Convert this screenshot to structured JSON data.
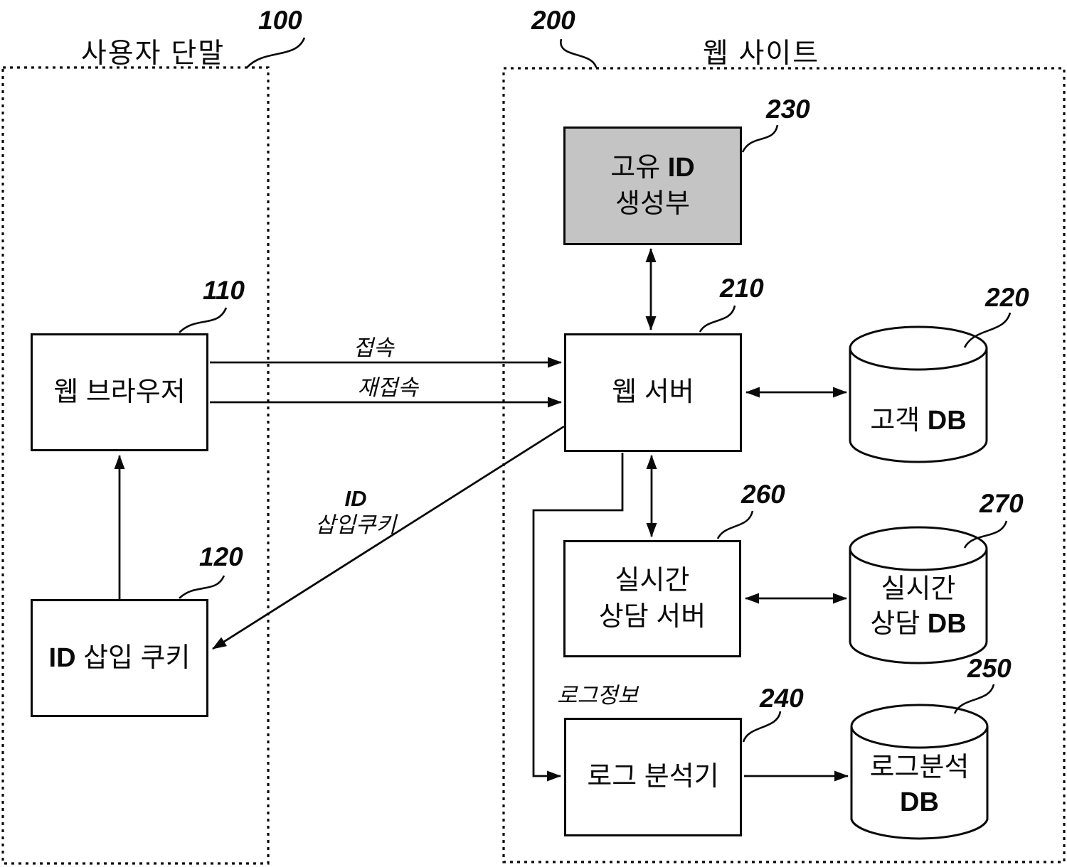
{
  "figure": {
    "groups": {
      "user_terminal": {
        "label": "사용자 단말",
        "ref": "100"
      },
      "web_site": {
        "label": "웹 사이트",
        "ref": "200"
      }
    },
    "nodes": {
      "browser": {
        "label": "웹 브라우저",
        "ref": "110"
      },
      "id_cookie": {
        "label_bold": "ID",
        "label_rest": " 삽입 쿠키",
        "ref": "120"
      },
      "unique_id_gen": {
        "line1_prefix": "고유 ",
        "line1_bold": "ID",
        "line2": "생성부",
        "ref": "230",
        "fill": "#c4c4c4"
      },
      "web_server": {
        "label": "웹 서버",
        "ref": "210"
      },
      "customer_db": {
        "label_prefix": "고객 ",
        "label_bold": "DB",
        "ref": "220"
      },
      "realtime_server": {
        "line1": "실시간",
        "line2": "상담 서버",
        "ref": "260"
      },
      "realtime_db": {
        "line1": "실시간",
        "line2_prefix": "상담 ",
        "line2_bold": "DB",
        "ref": "270"
      },
      "log_analyzer": {
        "label": "로그 분석기",
        "ref": "240"
      },
      "log_db": {
        "line1": "로그분석",
        "line2_bold": "DB",
        "ref": "250"
      }
    },
    "edge_labels": {
      "connect": "접속",
      "reconnect": "재접속",
      "id_cookie_line1": "ID",
      "id_cookie_line2": "삽입쿠키",
      "log_info": "로그정보"
    },
    "colors": {
      "line": "#0a0a0a",
      "unique_id_fill": "#c4c4c4",
      "background": "#ffffff"
    }
  }
}
